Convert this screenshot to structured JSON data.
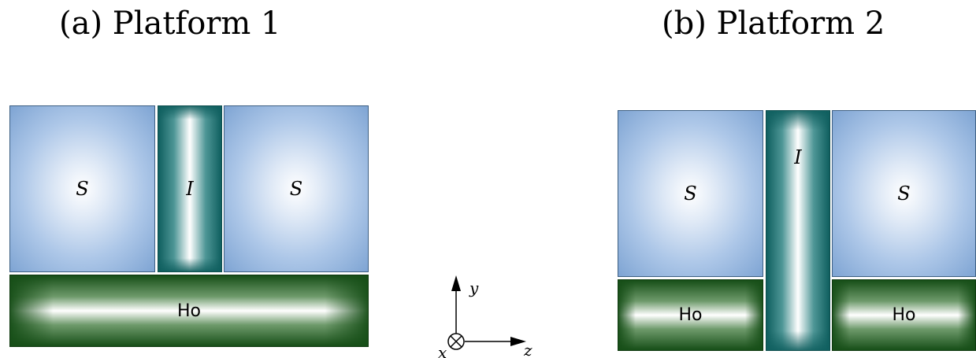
{
  "panels": [
    {
      "title": "(a) Platform 1",
      "labels": {
        "s_left": "S",
        "i": "I",
        "s_right": "S",
        "ho": "Ho"
      }
    },
    {
      "title": "(b) Platform 2",
      "labels": {
        "s_left": "S",
        "i": "I",
        "s_right": "S",
        "ho_left": "Ho",
        "ho_right": "Ho"
      }
    }
  ],
  "axes": {
    "y": "y",
    "z": "z",
    "x": "x"
  },
  "colors": {
    "superconductor": "#7ea4d3",
    "insulator": "#0f5f5f",
    "holmium": "#164e17"
  }
}
